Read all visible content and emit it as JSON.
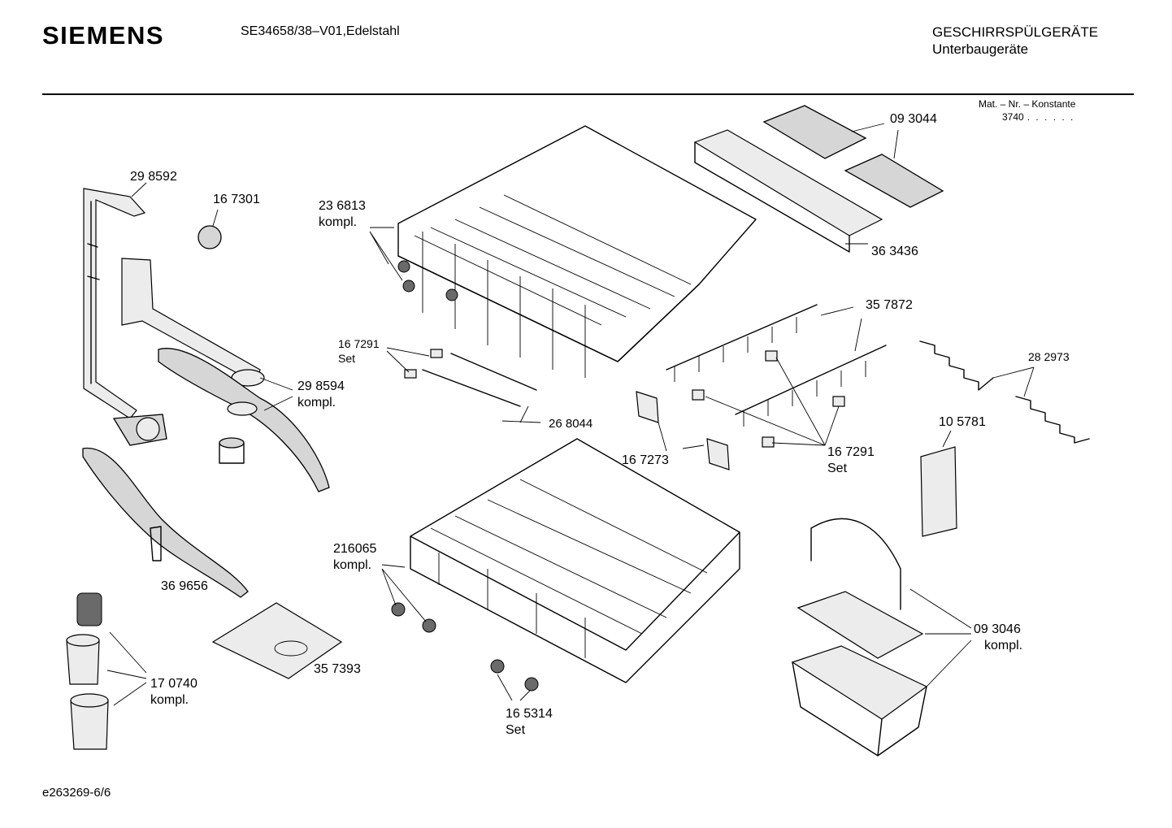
{
  "header": {
    "brand": "SIEMENS",
    "model": "SE34658/38–V01,Edelstahl",
    "category_line1": "GESCHIRRSPÜLGERÄTE",
    "category_line2": "Unterbaugeräte",
    "mat_label": "Mat. – Nr. – Konstante",
    "mat_value": "3740",
    "mat_dots": ". .   . . . ."
  },
  "footer": {
    "ref": "e263269-6/6"
  },
  "parts": [
    {
      "id": "p093044",
      "number": "09 3044",
      "sub": ""
    },
    {
      "id": "p363436",
      "number": "36 3436",
      "sub": ""
    },
    {
      "id": "p298592",
      "number": "29 8592",
      "sub": ""
    },
    {
      "id": "p167301",
      "number": "16 7301",
      "sub": ""
    },
    {
      "id": "p236813",
      "number": "23 6813",
      "sub": "kompl."
    },
    {
      "id": "p357872",
      "number": "35 7872",
      "sub": ""
    },
    {
      "id": "p282973",
      "number": "28 2973",
      "sub": ""
    },
    {
      "id": "p167291a",
      "number": "16 7291",
      "sub": "Set"
    },
    {
      "id": "p298594",
      "number": "29 8594",
      "sub": "kompl."
    },
    {
      "id": "p268044",
      "number": "26 8044",
      "sub": ""
    },
    {
      "id": "p105781",
      "number": "10 5781",
      "sub": ""
    },
    {
      "id": "p167273",
      "number": "16 7273",
      "sub": ""
    },
    {
      "id": "p167291b",
      "number": "16 7291",
      "sub": "Set"
    },
    {
      "id": "p216065",
      "number": "216065",
      "sub": "kompl."
    },
    {
      "id": "p369656",
      "number": "36 9656",
      "sub": ""
    },
    {
      "id": "p093046",
      "number": "09 3046",
      "sub": "kompl."
    },
    {
      "id": "p357393",
      "number": "35 7393",
      "sub": ""
    },
    {
      "id": "p170740",
      "number": "17 0740",
      "sub": "kompl."
    },
    {
      "id": "p165314",
      "number": "16 5314",
      "sub": "Set"
    }
  ]
}
